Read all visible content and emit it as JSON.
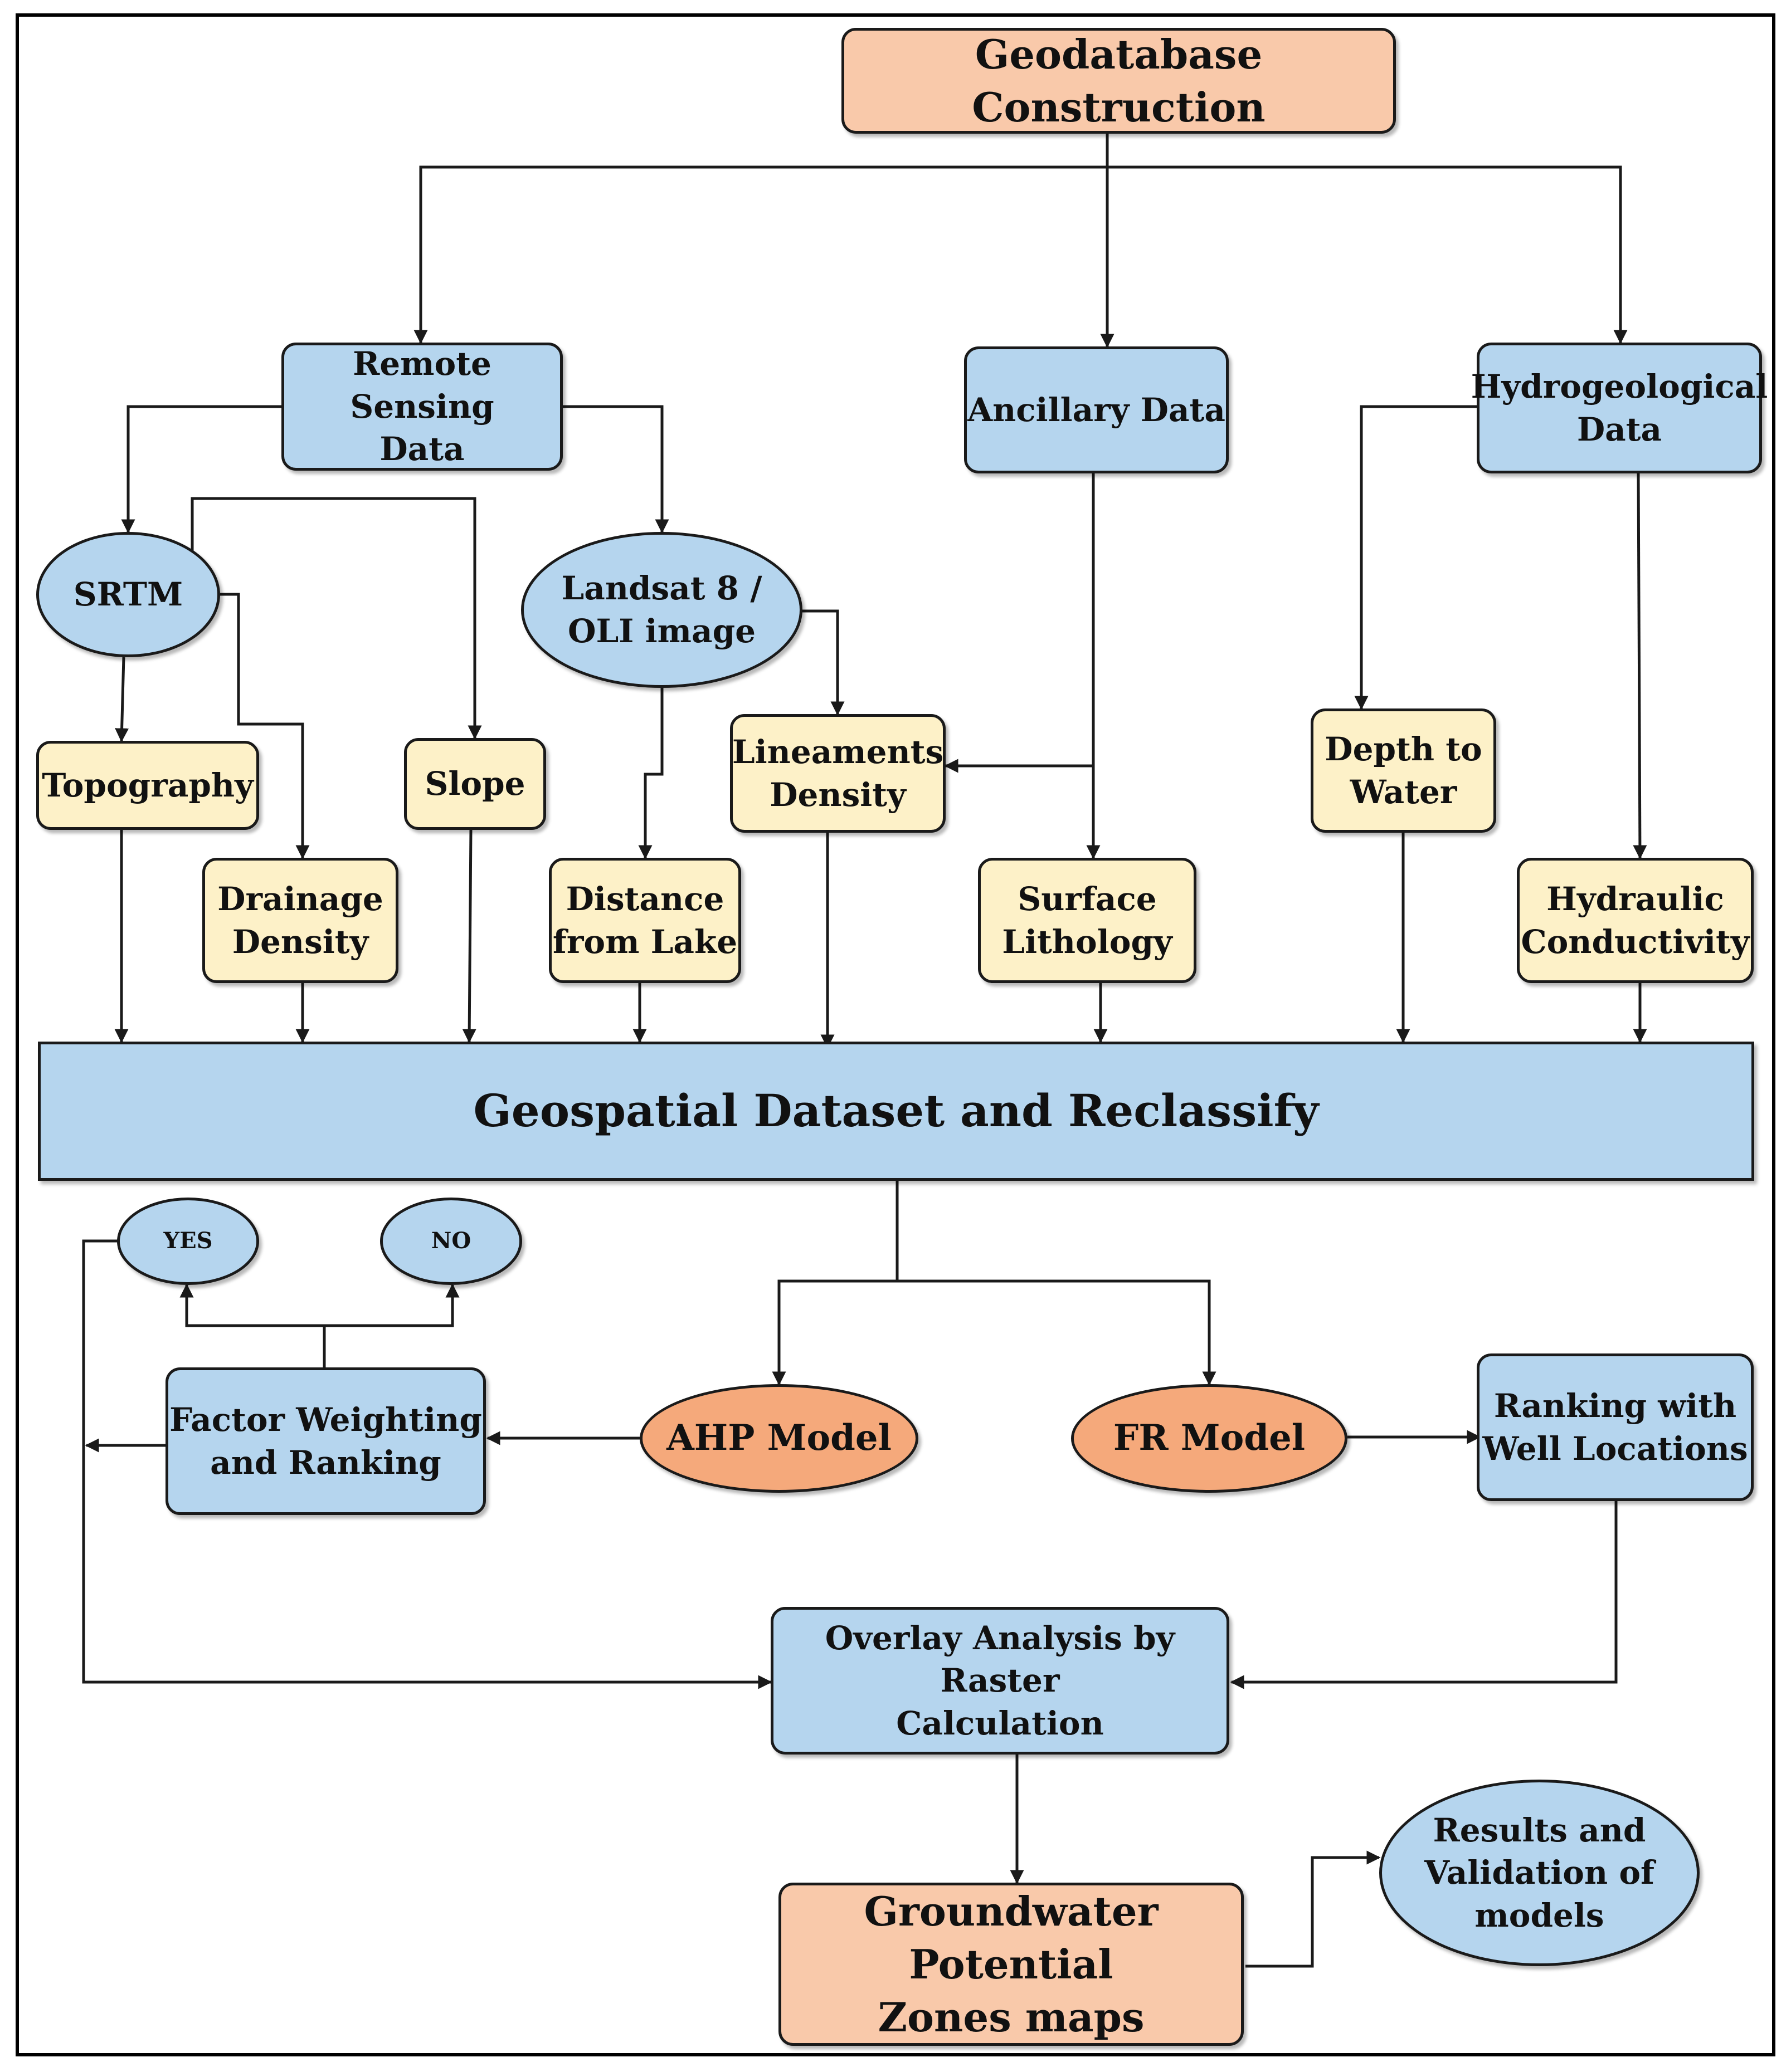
{
  "colors": {
    "blue": "#b5d5ee",
    "cream": "#fdf1c8",
    "peach": "#f9c9aa",
    "orange": "#f5a97b",
    "line": "#1a1a1a"
  },
  "nodes": {
    "geodatabase": "Geodatabase Construction",
    "remote_sensing": "Remote Sensing\nData",
    "ancillary": "Ancillary Data",
    "hydrogeological": "Hydrogeological\nData",
    "srtm": "SRTM",
    "landsat": "Landsat 8 /\nOLI image",
    "topography": "Topography",
    "slope": "Slope",
    "lineaments": "Lineaments\nDensity",
    "depth_to_water": "Depth to\nWater",
    "drainage": "Drainage\nDensity",
    "distance_lake": "Distance\nfrom Lake",
    "surface_lithology": "Surface\nLithology",
    "hydraulic": "Hydraulic\nConductivity",
    "geospatial": "Geospatial Dataset and Reclassify",
    "yes": "YES",
    "no": "NO",
    "factor_weighting": "Factor Weighting\nand Ranking",
    "ahp": "AHP Model",
    "fr": "FR Model",
    "ranking_wells": "Ranking with\nWell Locations",
    "overlay": "Overlay Analysis by Raster\nCalculation",
    "groundwater": "Groundwater Potential\nZones maps",
    "results": "Results and\nValidation of\nmodels"
  }
}
